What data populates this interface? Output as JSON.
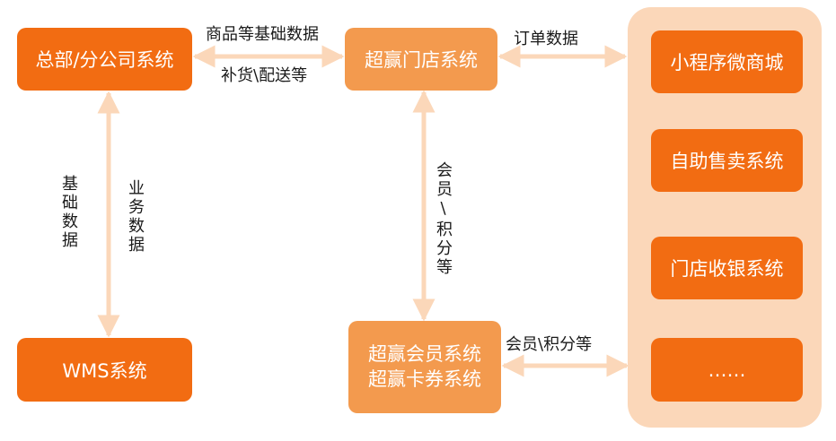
{
  "colors": {
    "box_dark": "#f26c12",
    "box_light": "#f39a4e",
    "panel": "#fbd7b9",
    "arrow": "#fbd7b9"
  },
  "nodes": {
    "hq": "总部/分公司系统",
    "wms": "WMS系统",
    "store": "超赢门店系统",
    "member_line1": "超赢会员系统",
    "member_line2": "超赢卡券系统",
    "mini_program": "小程序微商城",
    "self_service": "自助售卖系统",
    "pos": "门店收银系统",
    "more": "……"
  },
  "edges": {
    "hq_store_top": "商品等基础数据",
    "hq_store_bottom": "补货\\配送等",
    "store_channels": "订单数据",
    "hq_wms_left": "基础数据",
    "hq_wms_right": "业务数据",
    "store_member": "会员\\积分等",
    "member_channels": "会员\\积分等"
  }
}
